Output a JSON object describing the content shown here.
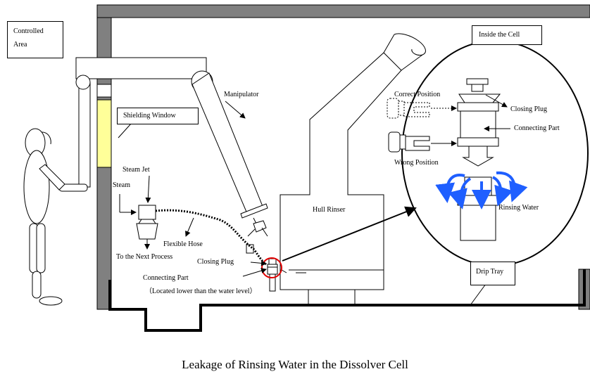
{
  "caption": "Leakage of Rinsing Water in the Dissolver Cell",
  "labels": {
    "controlled_area": "Controlled Area",
    "inside_cell": "Inside the Cell",
    "shielding_window": "Shielding Window",
    "manipulator": "Manipulator",
    "steam_jet": "Steam Jet",
    "steam": "Steam",
    "flexible_hose": "Flexible Hose",
    "next_process": "To the Next Process",
    "hull_rinser": "Hull Rinser",
    "closing_plug": "Closing Plug",
    "connecting_part": "Connecting Part",
    "connecting_part_note": "（Located lower than the water level）",
    "drip_tray": "Drip Tray",
    "correct_position": "Correct Position",
    "wrong_position": "Wrong Position",
    "detail_closing_plug": "Closing Plug",
    "detail_connecting_part": "Connecting Part",
    "rinsing_water": "Rinsing Water"
  },
  "colors": {
    "wall": "#808080",
    "window": "#ffff99",
    "highlight": "#e00000",
    "water_flow": "#1f5fff"
  }
}
